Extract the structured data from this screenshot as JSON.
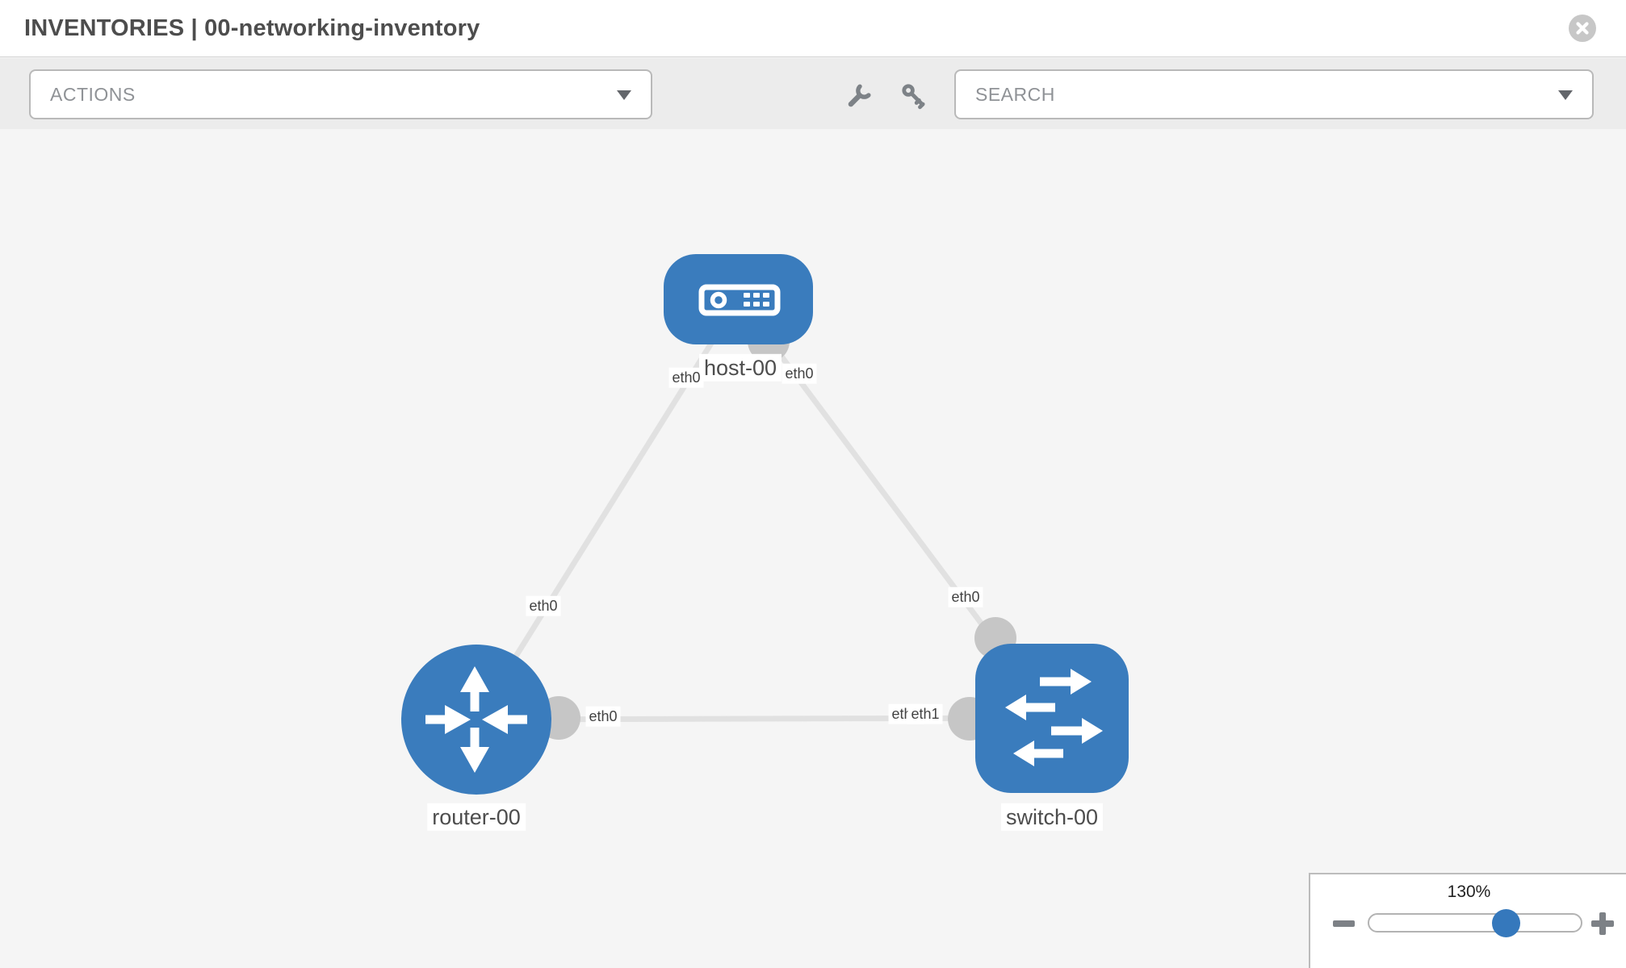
{
  "header": {
    "title": "INVENTORIES | 00-networking-inventory"
  },
  "toolbar": {
    "actions_label": "ACTIONS",
    "search_label": "SEARCH"
  },
  "icons": {
    "close": "x-circle",
    "wrench": "wrench",
    "key": "key",
    "actions_caret": "chevron-down",
    "search_caret": "chevron-down",
    "host": "server-icon",
    "router": "router-arrows-icon",
    "switch": "switch-arrows-icon",
    "zoom_out": "minus",
    "zoom_in": "plus"
  },
  "canvas": {
    "nodes": [
      {
        "label": "host-00",
        "type": "host"
      },
      {
        "label": "router-00",
        "type": "router"
      },
      {
        "label": "switch-00",
        "type": "switch"
      }
    ],
    "links": [
      {
        "from": "host-00",
        "to": "router-00"
      },
      {
        "from": "host-00",
        "to": "switch-00"
      },
      {
        "from": "router-00",
        "to": "switch-00"
      }
    ],
    "interface_labels": [
      {
        "text": "eth0",
        "position": "host-00-left"
      },
      {
        "text": "eth0",
        "position": "host-00-right"
      },
      {
        "text": "eth0",
        "position": "router-00-top"
      },
      {
        "text": "eth0",
        "position": "switch-00-top"
      },
      {
        "text": "eth0",
        "position": "router-00-right"
      },
      {
        "text": "eth0",
        "position": "switch-00-left-under"
      },
      {
        "text": "eth1",
        "position": "switch-00-left"
      }
    ]
  },
  "zoom_panel": {
    "level": "130%"
  },
  "colors": {
    "node-blue": "#3a7cbd",
    "port-gray": "#c6c6c6",
    "link-gray": "#e1e1e1",
    "icon-gray": "#7d8287",
    "label-text": "#4d4d4d",
    "slider-blue": "#3578bc"
  }
}
